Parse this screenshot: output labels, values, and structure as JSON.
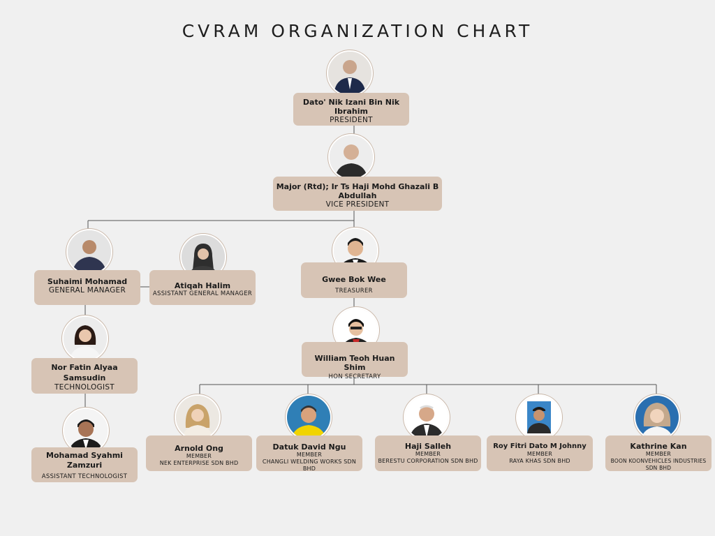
{
  "title": "CVRAM ORGANIZATION CHART",
  "colors": {
    "background": "#f0f0f0",
    "box": "#d7c4b5",
    "line": "#555555"
  },
  "people": {
    "president": {
      "name": "Dato' Nik Izani Bin Nik Ibrahim",
      "role": "PRESIDENT"
    },
    "vice_president": {
      "name": "Major (Rtd); Ir Ts Haji Mohd Ghazali B Abdullah",
      "role": "VICE PRESIDENT"
    },
    "general_manager": {
      "name": "Suhaimi Mohamad",
      "role": "GENERAL MANAGER"
    },
    "assistant_gm": {
      "name": "Atiqah Halim",
      "role": "ASSISTANT GENERAL MANAGER"
    },
    "treasurer": {
      "name": "Gwee Bok Wee",
      "role": "TREASURER"
    },
    "hon_secretary": {
      "name": "William Teoh Huan Shim",
      "role": "HON SECRETARY"
    },
    "technologist": {
      "name": "Nor Fatin Alyaa Samsudin",
      "role": "TECHNOLOGIST"
    },
    "assistant_technologist": {
      "name": "Mohamad Syahmi Zamzuri",
      "role": "ASSISTANT TECHNOLOGIST"
    },
    "members": [
      {
        "name": "Arnold Ong",
        "role": "MEMBER",
        "org": "NEK ENTERPRISE SDN BHD"
      },
      {
        "name": "Datuk David Ngu",
        "role": "MEMBER",
        "org": "CHANGLI WELDING WORKS SDN BHD"
      },
      {
        "name": "Haji Salleh",
        "role": "MEMBER",
        "org": "BERESTU CORPORATION SDN BHD"
      },
      {
        "name": "Roy Fitri Dato M Johnny",
        "role": "MEMBER",
        "org": "RAYA KHAS SDN BHD"
      },
      {
        "name": "Kathrine Kan",
        "role": "MEMBER",
        "org": "BOON KOONVEHICLES INDUSTRIES SDN BHD"
      }
    ]
  }
}
